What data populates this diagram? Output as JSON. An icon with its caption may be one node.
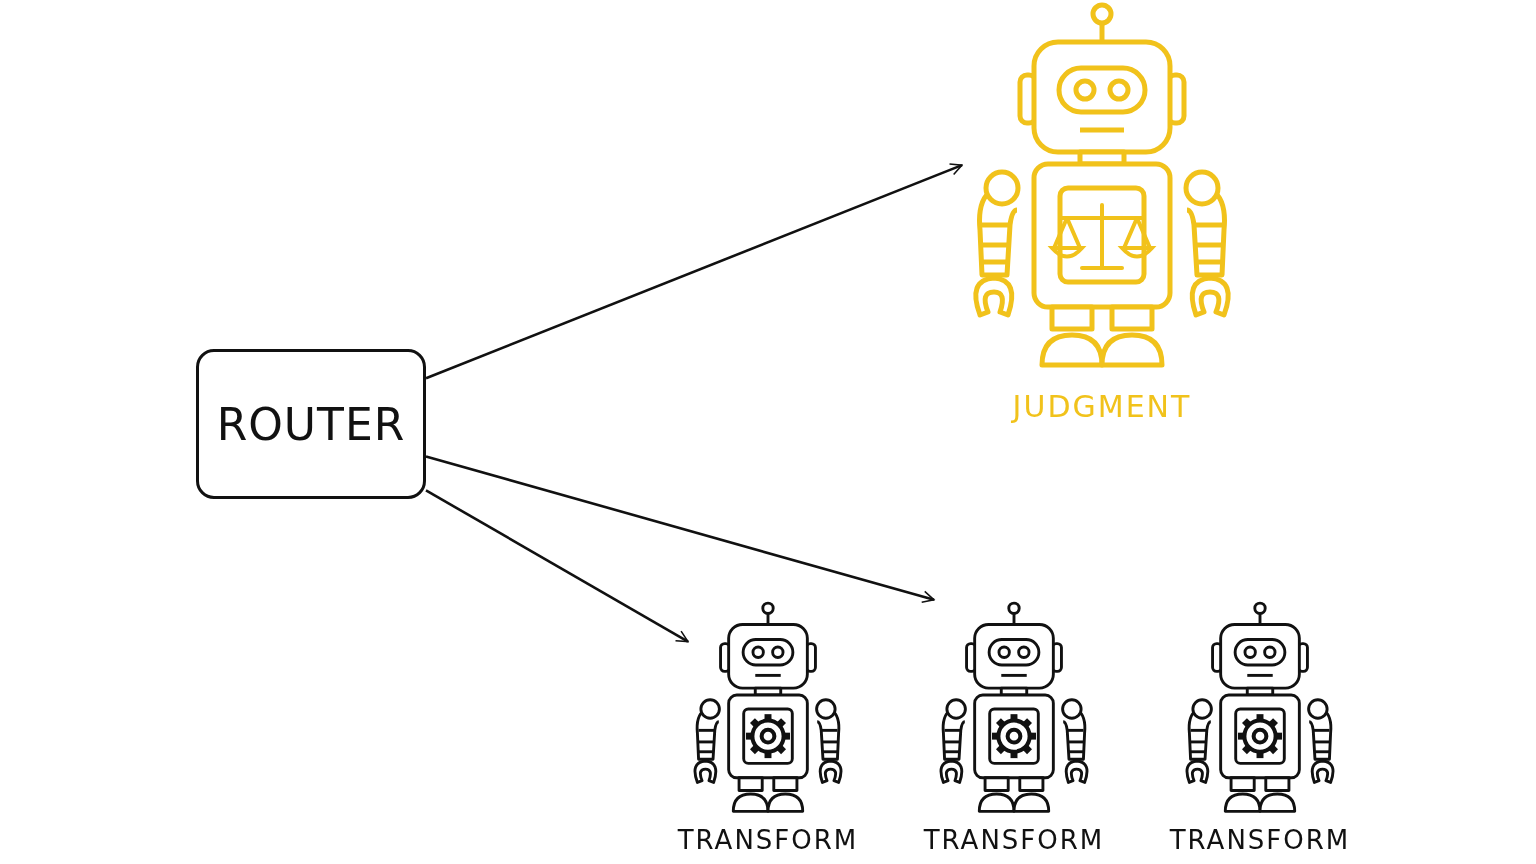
{
  "diagram": {
    "nodes": [
      {
        "text": [
          "ROUTER"
        ]
      },
      {
        "text": [
          "JUDGMENT"
        ]
      },
      {
        "text": [
          "TRANSFORM"
        ]
      },
      {
        "text": [
          "TRANSFORM"
        ]
      },
      {
        "text": [
          "TRANSFORM"
        ]
      }
    ],
    "edges": [
      {
        "from": 0,
        "to": 1,
        "arrow": "to"
      },
      {
        "from": 0,
        "to": 2,
        "arrow": "to"
      },
      {
        "from": 0,
        "to": 3,
        "arrow": "to"
      }
    ]
  }
}
